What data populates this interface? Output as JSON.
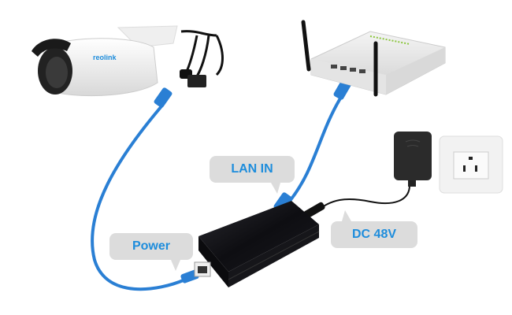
{
  "labels": {
    "lan_in": "LAN IN",
    "dc": "DC 48V",
    "power": "Power"
  },
  "camera": {
    "brand": "reolink"
  },
  "colors": {
    "label_text": "#1e8ddc",
    "bubble_bg": "#dcdcdc",
    "cable_blue": "#2a7fd4",
    "injector_black": "#141418"
  }
}
